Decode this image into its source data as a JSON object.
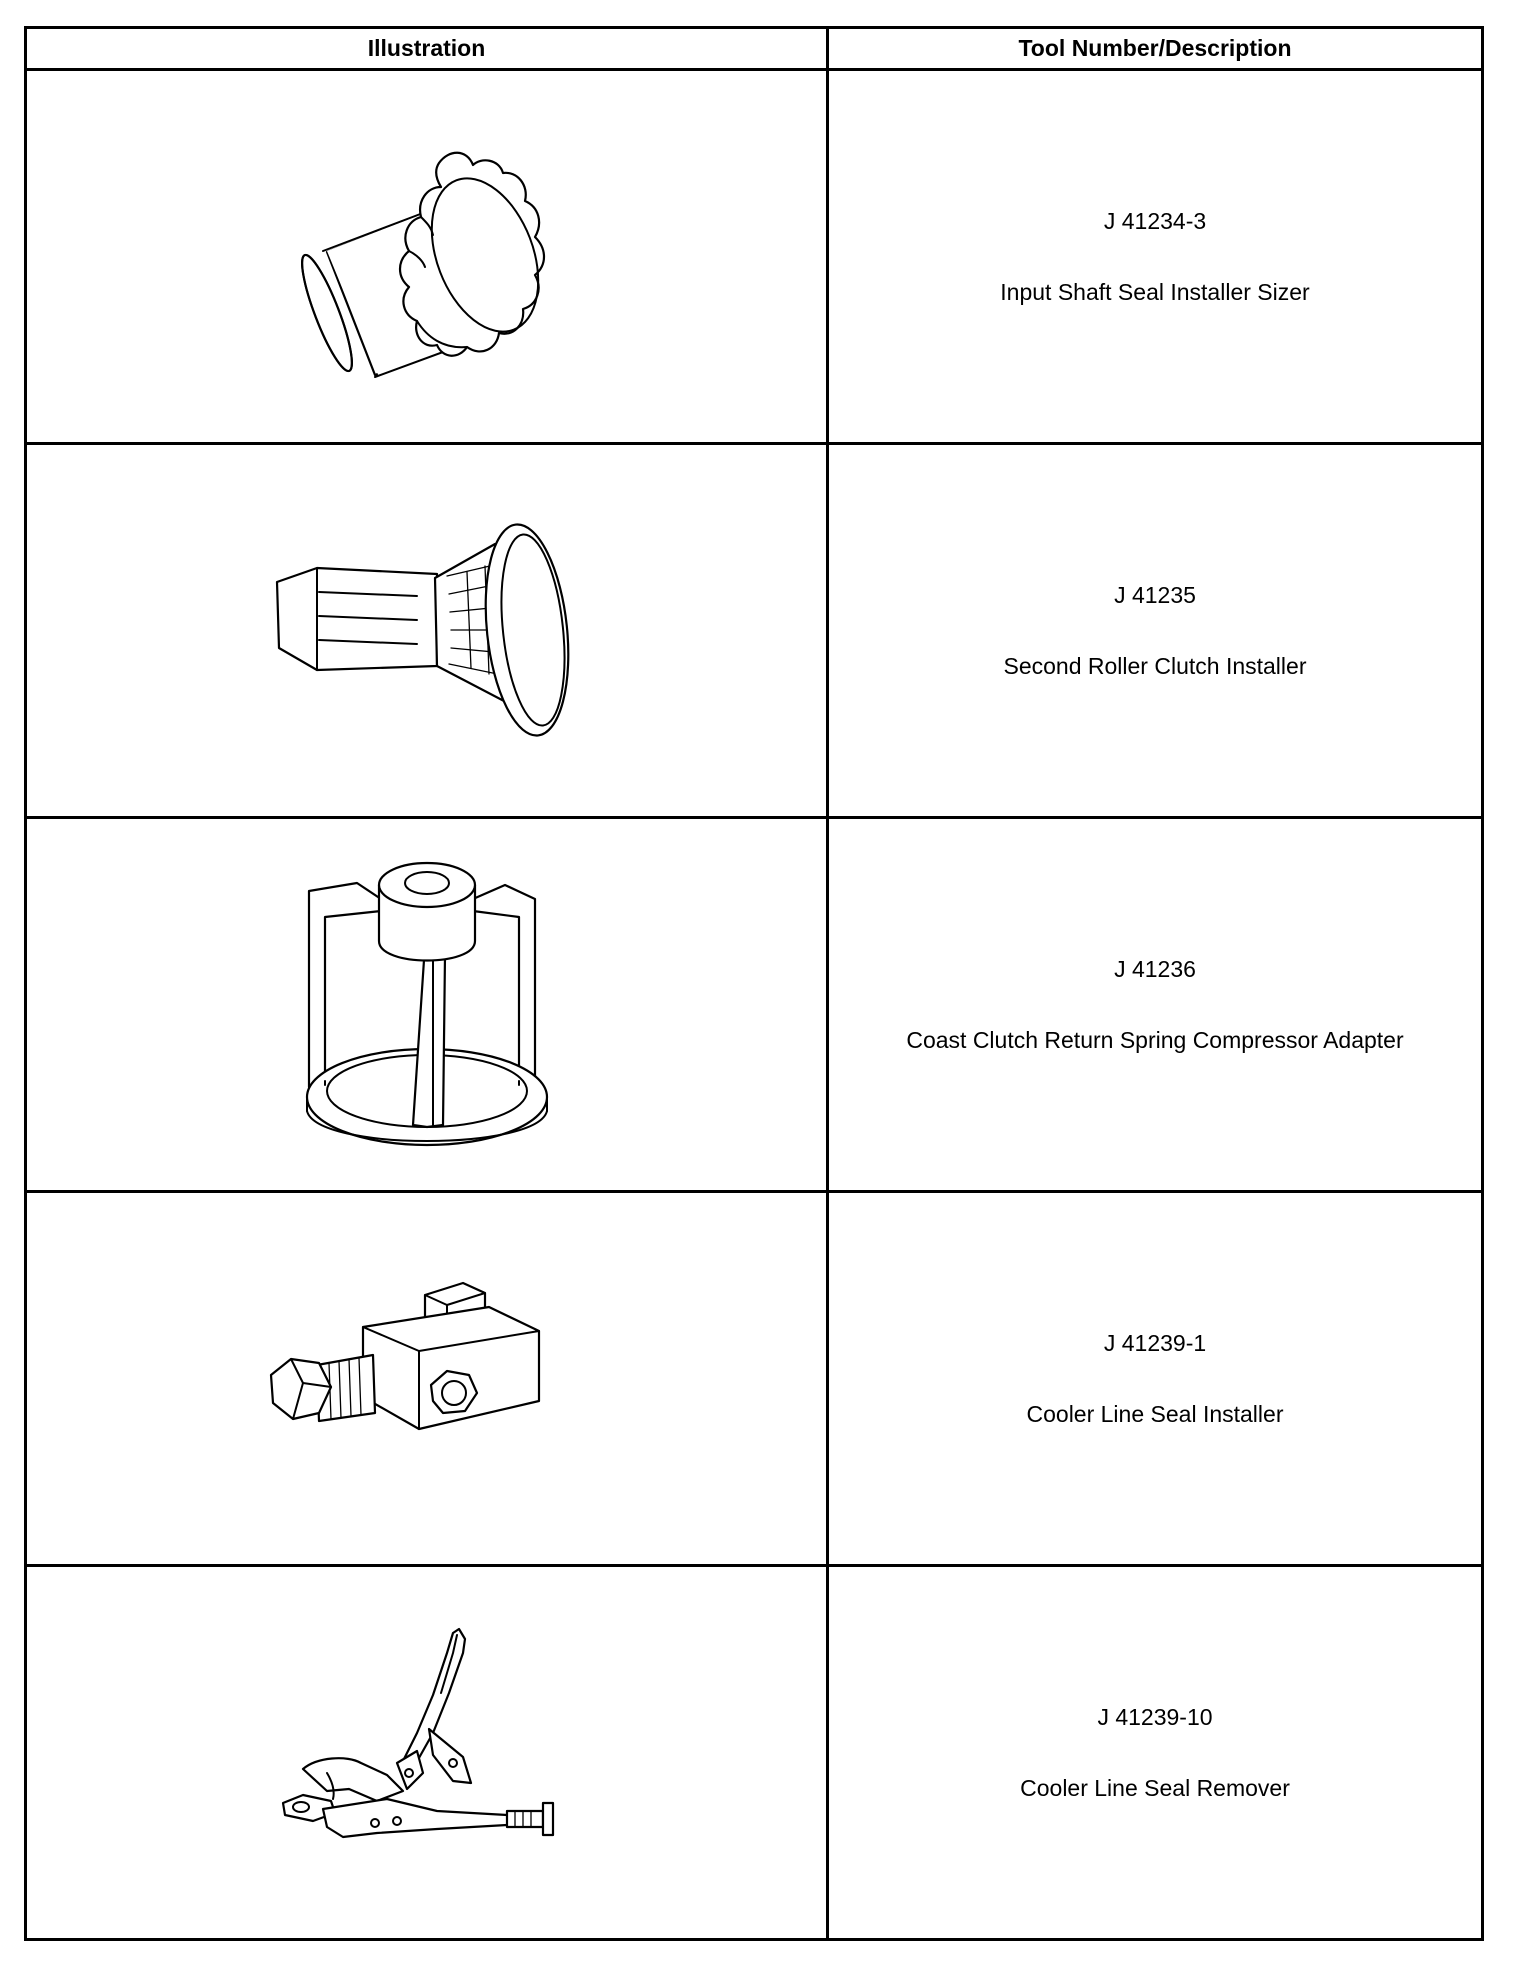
{
  "table": {
    "headers": [
      "Illustration",
      "Tool Number/Description"
    ],
    "rows": [
      {
        "tool_number": "J 41234-3",
        "description": "Input Shaft Seal Installer Sizer"
      },
      {
        "tool_number": "J 41235",
        "description": "Second Roller Clutch Installer"
      },
      {
        "tool_number": "J 41236",
        "description": "Coast Clutch Return Spring Compressor Adapter"
      },
      {
        "tool_number": "J 41239-1",
        "description": "Cooler Line Seal Installer"
      },
      {
        "tool_number": "J 41239-10",
        "description": "Cooler Line Seal Remover"
      }
    ]
  }
}
